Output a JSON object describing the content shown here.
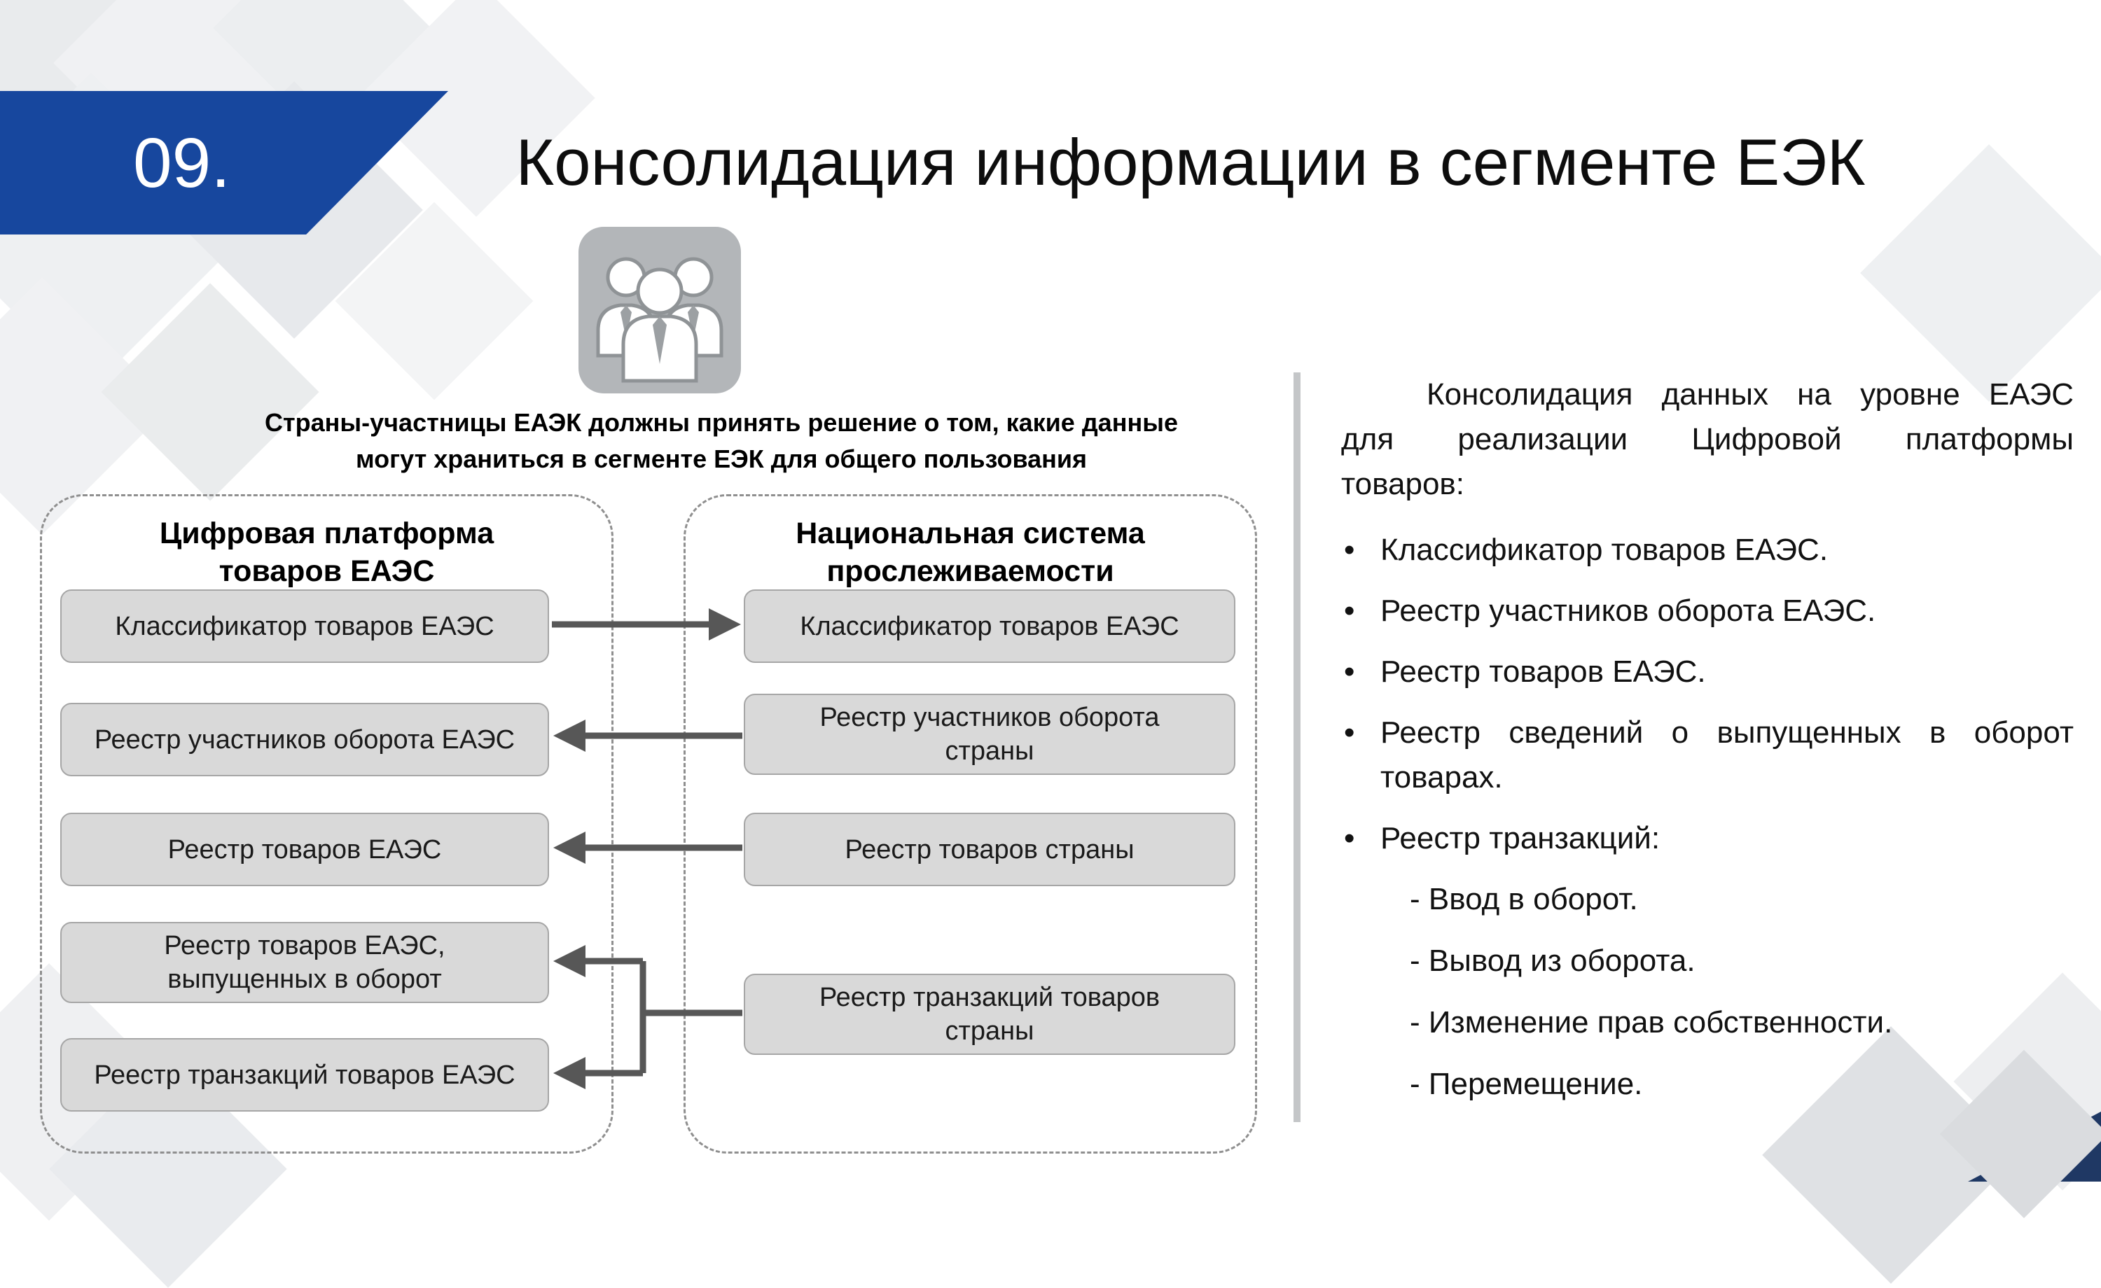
{
  "colors": {
    "banner_blue": "#17479E",
    "corner_navy": "#1F3864",
    "box_fill": "#D9D9D9",
    "box_border": "#A6A6A6",
    "dashed_border": "#8F8F8F",
    "arrow_gray": "#575757",
    "icon_background": "#B3B6B9"
  },
  "icons": {
    "people_group": "people-group-icon"
  },
  "header": {
    "slide_number": "09.",
    "title": "Консолидация информации в сегменте ЕЭК"
  },
  "intro": {
    "note": "Страны-участницы ЕАЭК должны принять решение о том, какие данные\nмогут храниться в сегменте ЕЭК для общего пользования"
  },
  "diagram": {
    "left_container": {
      "title": "Цифровая платформа\nтоваров ЕАЭС",
      "boxes": [
        "Классификатор товаров ЕАЭС",
        "Реестр участников оборота ЕАЭС",
        "Реестр товаров ЕАЭС",
        "Реестр товаров ЕАЭС,\nвыпущенных в оборот",
        "Реестр транзакций товаров ЕАЭС"
      ]
    },
    "right_container": {
      "title": "Национальная система\nпрослеживаемости",
      "boxes": [
        "Классификатор товаров ЕАЭС",
        "Реестр участников оборота\nстраны",
        "Реестр товаров страны",
        "Реестр транзакций товаров\nстраны"
      ]
    }
  },
  "right_panel": {
    "bullet_marker": "•",
    "paragraph_lines": [
      "Консолидация данных на уровне ЕАЭС",
      "для реализации Цифровой платформы",
      "товаров:"
    ],
    "bullets": [
      {
        "text": "Классификатор товаров ЕАЭС."
      },
      {
        "text": "Реестр участников оборота ЕАЭС."
      },
      {
        "text": "Реестр товаров ЕАЭС."
      },
      {
        "line1": "Реестр сведений о выпущенных в оборот",
        "line2": "товарах."
      },
      {
        "text": "Реестр транзакций:"
      }
    ],
    "sub_items": [
      "- Ввод в оборот.",
      "- Вывод из оборота.",
      "- Изменение прав собственности.",
      "- Перемещение."
    ]
  }
}
